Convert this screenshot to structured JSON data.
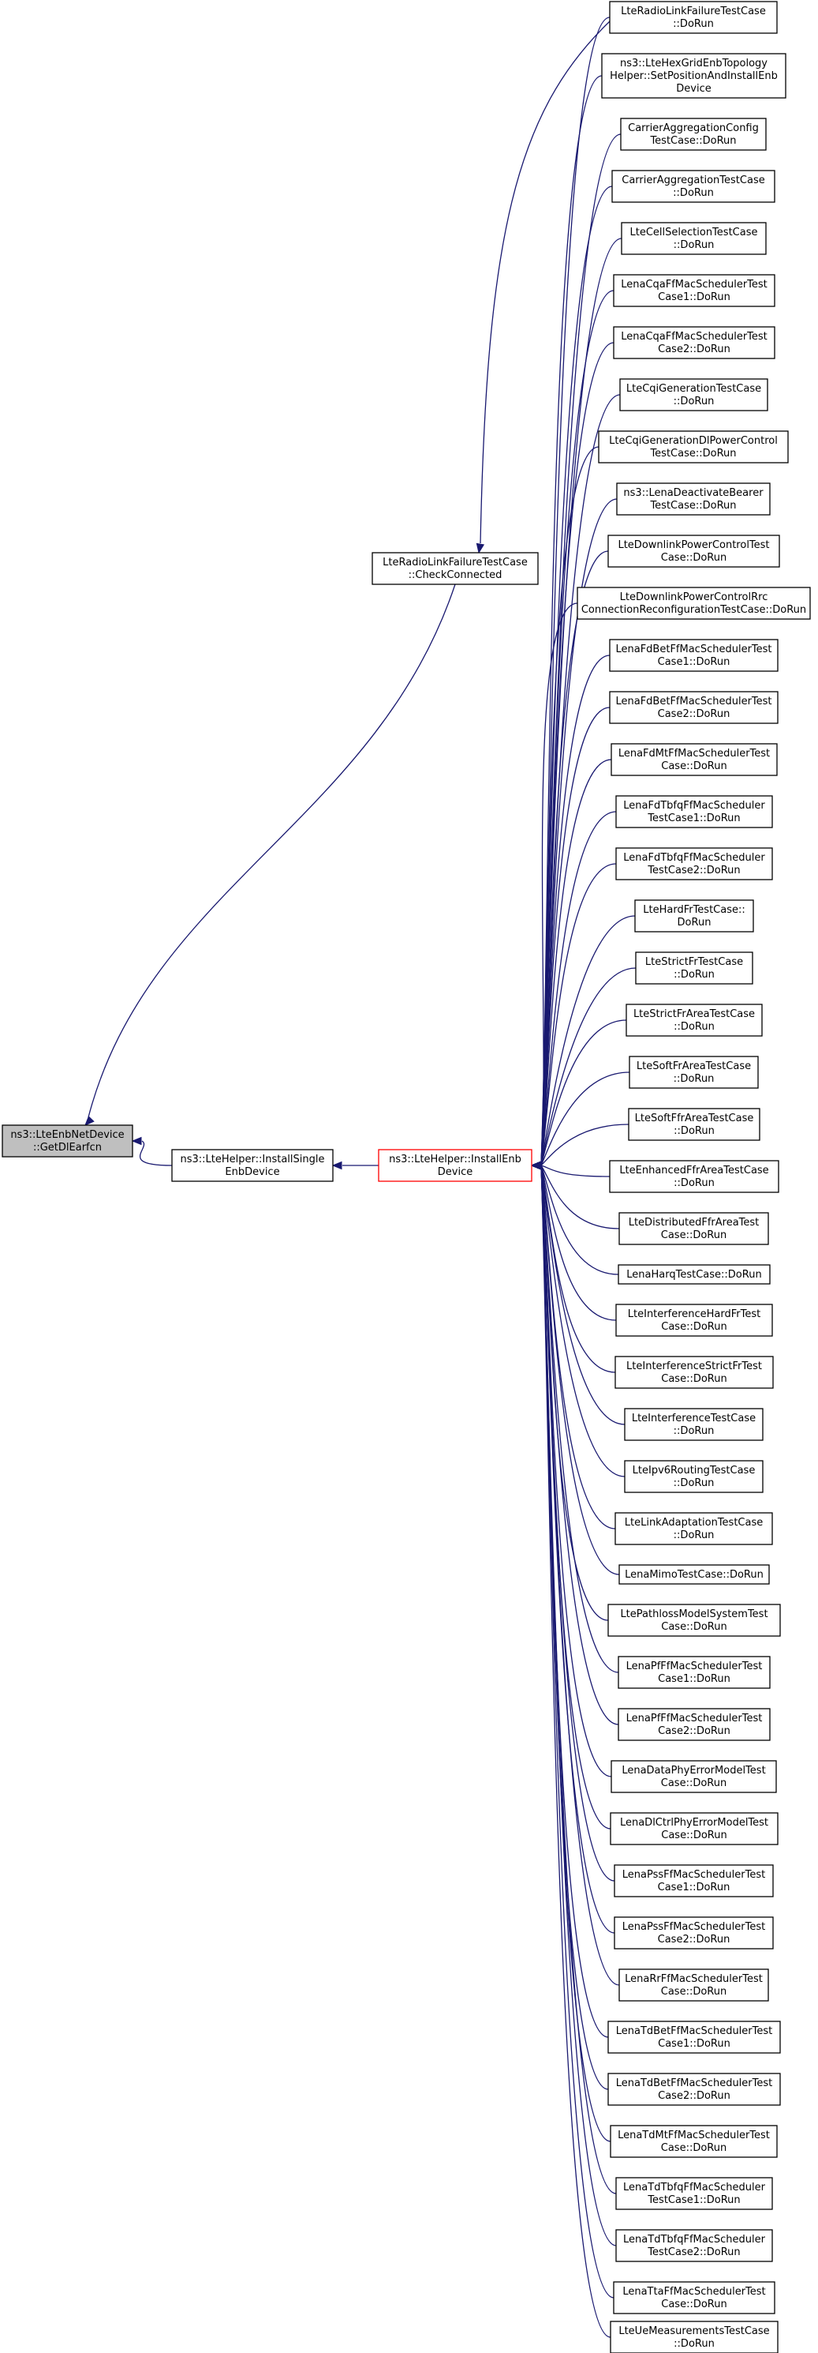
{
  "colors": {
    "edge": "#191970",
    "focus_fill": "#bfbfbf",
    "highlight_border": "#ff0000"
  },
  "nodes": [
    {
      "id": "getdlearfcn",
      "role": "focus",
      "lines": [
        "ns3::LteEnbNetDevice",
        "::GetDlEarfcn"
      ]
    },
    {
      "id": "installsingle",
      "lines": [
        "ns3::LteHelper::InstallSingle",
        "EnbDevice"
      ]
    },
    {
      "id": "checkconnected",
      "lines": [
        "LteRadioLinkFailureTestCase",
        "::CheckConnected"
      ]
    },
    {
      "id": "installenb",
      "role": "highlight",
      "lines": [
        "ns3::LteHelper::InstallEnb",
        "Device"
      ]
    },
    {
      "id": "c00",
      "lines": [
        "LteRadioLinkFailureTestCase",
        "::DoRun"
      ]
    },
    {
      "id": "c01",
      "lines": [
        "ns3::LteHexGridEnbTopology",
        "Helper::SetPositionAndInstallEnb",
        "Device"
      ]
    },
    {
      "id": "c02",
      "lines": [
        "CarrierAggregationConfig",
        "TestCase::DoRun"
      ]
    },
    {
      "id": "c03",
      "lines": [
        "CarrierAggregationTestCase",
        "::DoRun"
      ]
    },
    {
      "id": "c04",
      "lines": [
        "LteCellSelectionTestCase",
        "::DoRun"
      ]
    },
    {
      "id": "c05",
      "lines": [
        "LenaCqaFfMacSchedulerTest",
        "Case1::DoRun"
      ]
    },
    {
      "id": "c06",
      "lines": [
        "LenaCqaFfMacSchedulerTest",
        "Case2::DoRun"
      ]
    },
    {
      "id": "c07",
      "lines": [
        "LteCqiGenerationTestCase",
        "::DoRun"
      ]
    },
    {
      "id": "c08",
      "lines": [
        "LteCqiGenerationDlPowerControl",
        "TestCase::DoRun"
      ]
    },
    {
      "id": "c09",
      "lines": [
        "ns3::LenaDeactivateBearer",
        "TestCase::DoRun"
      ]
    },
    {
      "id": "c10",
      "lines": [
        "LteDownlinkPowerControlTest",
        "Case::DoRun"
      ]
    },
    {
      "id": "c11",
      "lines": [
        "LteDownlinkPowerControlRrc",
        "ConnectionReconfigurationTestCase::DoRun"
      ]
    },
    {
      "id": "c12",
      "lines": [
        "LenaFdBetFfMacSchedulerTest",
        "Case1::DoRun"
      ]
    },
    {
      "id": "c13",
      "lines": [
        "LenaFdBetFfMacSchedulerTest",
        "Case2::DoRun"
      ]
    },
    {
      "id": "c14",
      "lines": [
        "LenaFdMtFfMacSchedulerTest",
        "Case::DoRun"
      ]
    },
    {
      "id": "c15",
      "lines": [
        "LenaFdTbfqFfMacScheduler",
        "TestCase1::DoRun"
      ]
    },
    {
      "id": "c16",
      "lines": [
        "LenaFdTbfqFfMacScheduler",
        "TestCase2::DoRun"
      ]
    },
    {
      "id": "c17",
      "lines": [
        "LteHardFrTestCase::",
        "DoRun"
      ]
    },
    {
      "id": "c18",
      "lines": [
        "LteStrictFrTestCase",
        "::DoRun"
      ]
    },
    {
      "id": "c19",
      "lines": [
        "LteStrictFrAreaTestCase",
        "::DoRun"
      ]
    },
    {
      "id": "c20",
      "lines": [
        "LteSoftFrAreaTestCase",
        "::DoRun"
      ]
    },
    {
      "id": "c21",
      "lines": [
        "LteSoftFfrAreaTestCase",
        "::DoRun"
      ]
    },
    {
      "id": "c22",
      "lines": [
        "LteEnhancedFfrAreaTestCase",
        "::DoRun"
      ]
    },
    {
      "id": "c23",
      "lines": [
        "LteDistributedFfrAreaTest",
        "Case::DoRun"
      ]
    },
    {
      "id": "c24",
      "lines": [
        "LenaHarqTestCase::DoRun"
      ]
    },
    {
      "id": "c25",
      "lines": [
        "LteInterferenceHardFrTest",
        "Case::DoRun"
      ]
    },
    {
      "id": "c26",
      "lines": [
        "LteInterferenceStrictFrTest",
        "Case::DoRun"
      ]
    },
    {
      "id": "c27",
      "lines": [
        "LteInterferenceTestCase",
        "::DoRun"
      ]
    },
    {
      "id": "c28",
      "lines": [
        "LteIpv6RoutingTestCase",
        "::DoRun"
      ]
    },
    {
      "id": "c29",
      "lines": [
        "LteLinkAdaptationTestCase",
        "::DoRun"
      ]
    },
    {
      "id": "c30",
      "lines": [
        "LenaMimoTestCase::DoRun"
      ]
    },
    {
      "id": "c31",
      "lines": [
        "LtePathlossModelSystemTest",
        "Case::DoRun"
      ]
    },
    {
      "id": "c32",
      "lines": [
        "LenaPfFfMacSchedulerTest",
        "Case1::DoRun"
      ]
    },
    {
      "id": "c33",
      "lines": [
        "LenaPfFfMacSchedulerTest",
        "Case2::DoRun"
      ]
    },
    {
      "id": "c34",
      "lines": [
        "LenaDataPhyErrorModelTest",
        "Case::DoRun"
      ]
    },
    {
      "id": "c35",
      "lines": [
        "LenaDlCtrlPhyErrorModelTest",
        "Case::DoRun"
      ]
    },
    {
      "id": "c36",
      "lines": [
        "LenaPssFfMacSchedulerTest",
        "Case1::DoRun"
      ]
    },
    {
      "id": "c37",
      "lines": [
        "LenaPssFfMacSchedulerTest",
        "Case2::DoRun"
      ]
    },
    {
      "id": "c38",
      "lines": [
        "LenaRrFfMacSchedulerTest",
        "Case::DoRun"
      ]
    },
    {
      "id": "c39",
      "lines": [
        "LenaTdBetFfMacSchedulerTest",
        "Case1::DoRun"
      ]
    },
    {
      "id": "c40",
      "lines": [
        "LenaTdBetFfMacSchedulerTest",
        "Case2::DoRun"
      ]
    },
    {
      "id": "c41",
      "lines": [
        "LenaTdMtFfMacSchedulerTest",
        "Case::DoRun"
      ]
    },
    {
      "id": "c42",
      "lines": [
        "LenaTdTbfqFfMacScheduler",
        "TestCase1::DoRun"
      ]
    },
    {
      "id": "c43",
      "lines": [
        "LenaTdTbfqFfMacScheduler",
        "TestCase2::DoRun"
      ]
    },
    {
      "id": "c44",
      "lines": [
        "LenaTtaFfMacSchedulerTest",
        "Case::DoRun"
      ]
    },
    {
      "id": "c45",
      "lines": [
        "LteUeMeasurementsTestCase",
        "::DoRun"
      ]
    }
  ],
  "edges": [
    {
      "from": "installsingle",
      "to": "getdlearfcn"
    },
    {
      "from": "checkconnected",
      "to": "getdlearfcn"
    },
    {
      "from": "installenb",
      "to": "installsingle"
    },
    {
      "from": "c00",
      "to": "checkconnected"
    },
    {
      "from": "c00",
      "to": "installenb"
    },
    {
      "from": "c01",
      "to": "installenb"
    },
    {
      "from": "c02",
      "to": "installenb"
    },
    {
      "from": "c03",
      "to": "installenb"
    },
    {
      "from": "c04",
      "to": "installenb"
    },
    {
      "from": "c05",
      "to": "installenb"
    },
    {
      "from": "c06",
      "to": "installenb"
    },
    {
      "from": "c07",
      "to": "installenb"
    },
    {
      "from": "c08",
      "to": "installenb"
    },
    {
      "from": "c09",
      "to": "installenb"
    },
    {
      "from": "c10",
      "to": "installenb"
    },
    {
      "from": "c11",
      "to": "installenb"
    },
    {
      "from": "c12",
      "to": "installenb"
    },
    {
      "from": "c13",
      "to": "installenb"
    },
    {
      "from": "c14",
      "to": "installenb"
    },
    {
      "from": "c15",
      "to": "installenb"
    },
    {
      "from": "c16",
      "to": "installenb"
    },
    {
      "from": "c17",
      "to": "installenb"
    },
    {
      "from": "c18",
      "to": "installenb"
    },
    {
      "from": "c19",
      "to": "installenb"
    },
    {
      "from": "c20",
      "to": "installenb"
    },
    {
      "from": "c21",
      "to": "installenb"
    },
    {
      "from": "c22",
      "to": "installenb"
    },
    {
      "from": "c23",
      "to": "installenb"
    },
    {
      "from": "c24",
      "to": "installenb"
    },
    {
      "from": "c25",
      "to": "installenb"
    },
    {
      "from": "c26",
      "to": "installenb"
    },
    {
      "from": "c27",
      "to": "installenb"
    },
    {
      "from": "c28",
      "to": "installenb"
    },
    {
      "from": "c29",
      "to": "installenb"
    },
    {
      "from": "c30",
      "to": "installenb"
    },
    {
      "from": "c31",
      "to": "installenb"
    },
    {
      "from": "c32",
      "to": "installenb"
    },
    {
      "from": "c33",
      "to": "installenb"
    },
    {
      "from": "c34",
      "to": "installenb"
    },
    {
      "from": "c35",
      "to": "installenb"
    },
    {
      "from": "c36",
      "to": "installenb"
    },
    {
      "from": "c37",
      "to": "installenb"
    },
    {
      "from": "c38",
      "to": "installenb"
    },
    {
      "from": "c39",
      "to": "installenb"
    },
    {
      "from": "c40",
      "to": "installenb"
    },
    {
      "from": "c41",
      "to": "installenb"
    },
    {
      "from": "c42",
      "to": "installenb"
    },
    {
      "from": "c43",
      "to": "installenb"
    },
    {
      "from": "c44",
      "to": "installenb"
    },
    {
      "from": "c45",
      "to": "installenb"
    }
  ]
}
